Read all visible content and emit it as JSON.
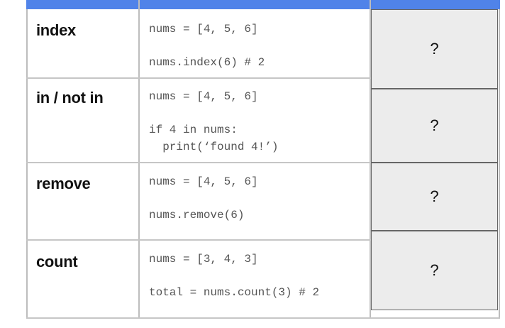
{
  "colors": {
    "header_band": "#5083e9",
    "answer_box_bg": "#ececec",
    "grid_line": "#c6c6c6",
    "code_text": "#555555"
  },
  "rows": [
    {
      "term": "index",
      "code_line_1": "nums = [4, 5, 6]",
      "code_line_2": "nums.index(6) # 2",
      "code_line_3": "",
      "answer": "?"
    },
    {
      "term": "in / not in",
      "code_line_1": "nums = [4, 5, 6]",
      "code_line_2": "if 4 in nums:",
      "code_line_3": "  print(‘found 4!’)",
      "answer": "?"
    },
    {
      "term": "remove",
      "code_line_1": "nums = [4, 5, 6]",
      "code_line_2": "nums.remove(6)",
      "code_line_3": "",
      "answer": "?"
    },
    {
      "term": "count",
      "code_line_1": "nums = [3, 4, 3]",
      "code_line_2": "total = nums.count(3) # 2",
      "code_line_3": "",
      "answer": "?"
    }
  ]
}
